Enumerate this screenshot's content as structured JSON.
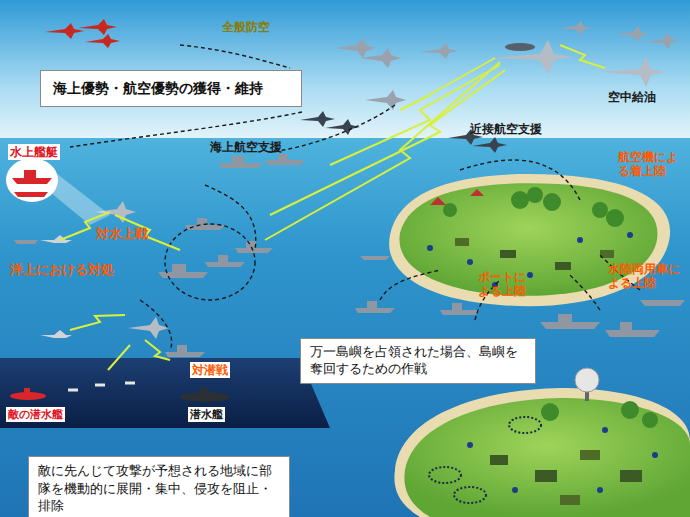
{
  "diagram": {
    "nodes": [
      {
        "text": [
          "海上優勢・航空優勢の獲得・維持"
        ]
      },
      {
        "text": [
          "万一島嶼を占領された場合、島嶼を奪回するための作戦"
        ]
      },
      {
        "text": [
          "敵に先んじて攻撃が予想される地域に部隊を機動的に展開・集中、侵攻を阻止・排除"
        ]
      }
    ],
    "labels": [
      "全般防空",
      "空中給油",
      "海上航空支援",
      "近接航空支援",
      "水上艦艇",
      "対水上戦",
      "洋上における対処",
      "対潜戦",
      "敵の潜水艦",
      "潜水艦",
      "航空機による着上陸",
      "ボートによる上陸",
      "水陸両用車による上陸"
    ]
  }
}
